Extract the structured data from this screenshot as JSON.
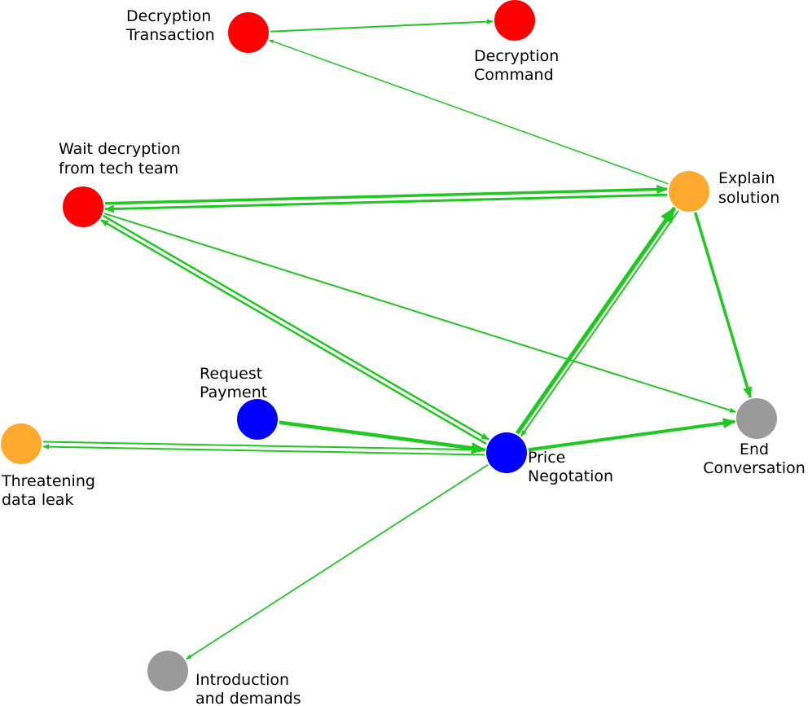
{
  "diagram": {
    "colors": {
      "edge": "#1ec81e",
      "red": "#ff0000",
      "orange": "#ffaa2e",
      "blue": "#0000ff",
      "gray": "#9a9a9a"
    },
    "nodes": [
      {
        "id": "decryption-transaction",
        "color": "red",
        "label": [
          "Decryption",
          "Transaction"
        ]
      },
      {
        "id": "decryption-command",
        "color": "red",
        "label": [
          "Decryption",
          "Command"
        ]
      },
      {
        "id": "wait-decryption",
        "color": "red",
        "label": [
          "Wait decryption",
          "from tech team"
        ]
      },
      {
        "id": "explain-solution",
        "color": "orange",
        "label": [
          "Explain",
          "solution"
        ]
      },
      {
        "id": "request-payment",
        "color": "blue",
        "label": [
          "Request",
          "Payment"
        ]
      },
      {
        "id": "threatening-data-leak",
        "color": "orange",
        "label": [
          "Threatening",
          "data leak"
        ]
      },
      {
        "id": "price-negotation",
        "color": "blue",
        "label": [
          "Price",
          "Negotation"
        ]
      },
      {
        "id": "end-conversation",
        "color": "gray",
        "label": [
          "End",
          "Conversation"
        ]
      },
      {
        "id": "introduction-demands",
        "color": "gray",
        "label": [
          "Introduction",
          "and demands"
        ]
      }
    ],
    "edges": [
      {
        "from": "decryption-transaction",
        "to": "decryption-command"
      },
      {
        "from": "explain-solution",
        "to": "decryption-transaction"
      },
      {
        "from": "wait-decryption",
        "to": "explain-solution"
      },
      {
        "from": "explain-solution",
        "to": "wait-decryption"
      },
      {
        "from": "wait-decryption",
        "to": "price-negotation"
      },
      {
        "from": "price-negotation",
        "to": "wait-decryption"
      },
      {
        "from": "wait-decryption",
        "to": "end-conversation"
      },
      {
        "from": "price-negotation",
        "to": "explain-solution"
      },
      {
        "from": "explain-solution",
        "to": "price-negotation"
      },
      {
        "from": "explain-solution",
        "to": "end-conversation"
      },
      {
        "from": "request-payment",
        "to": "price-negotation"
      },
      {
        "from": "threatening-data-leak",
        "to": "price-negotation"
      },
      {
        "from": "price-negotation",
        "to": "threatening-data-leak"
      },
      {
        "from": "price-negotation",
        "to": "end-conversation"
      },
      {
        "from": "price-negotation",
        "to": "introduction-demands"
      }
    ]
  }
}
